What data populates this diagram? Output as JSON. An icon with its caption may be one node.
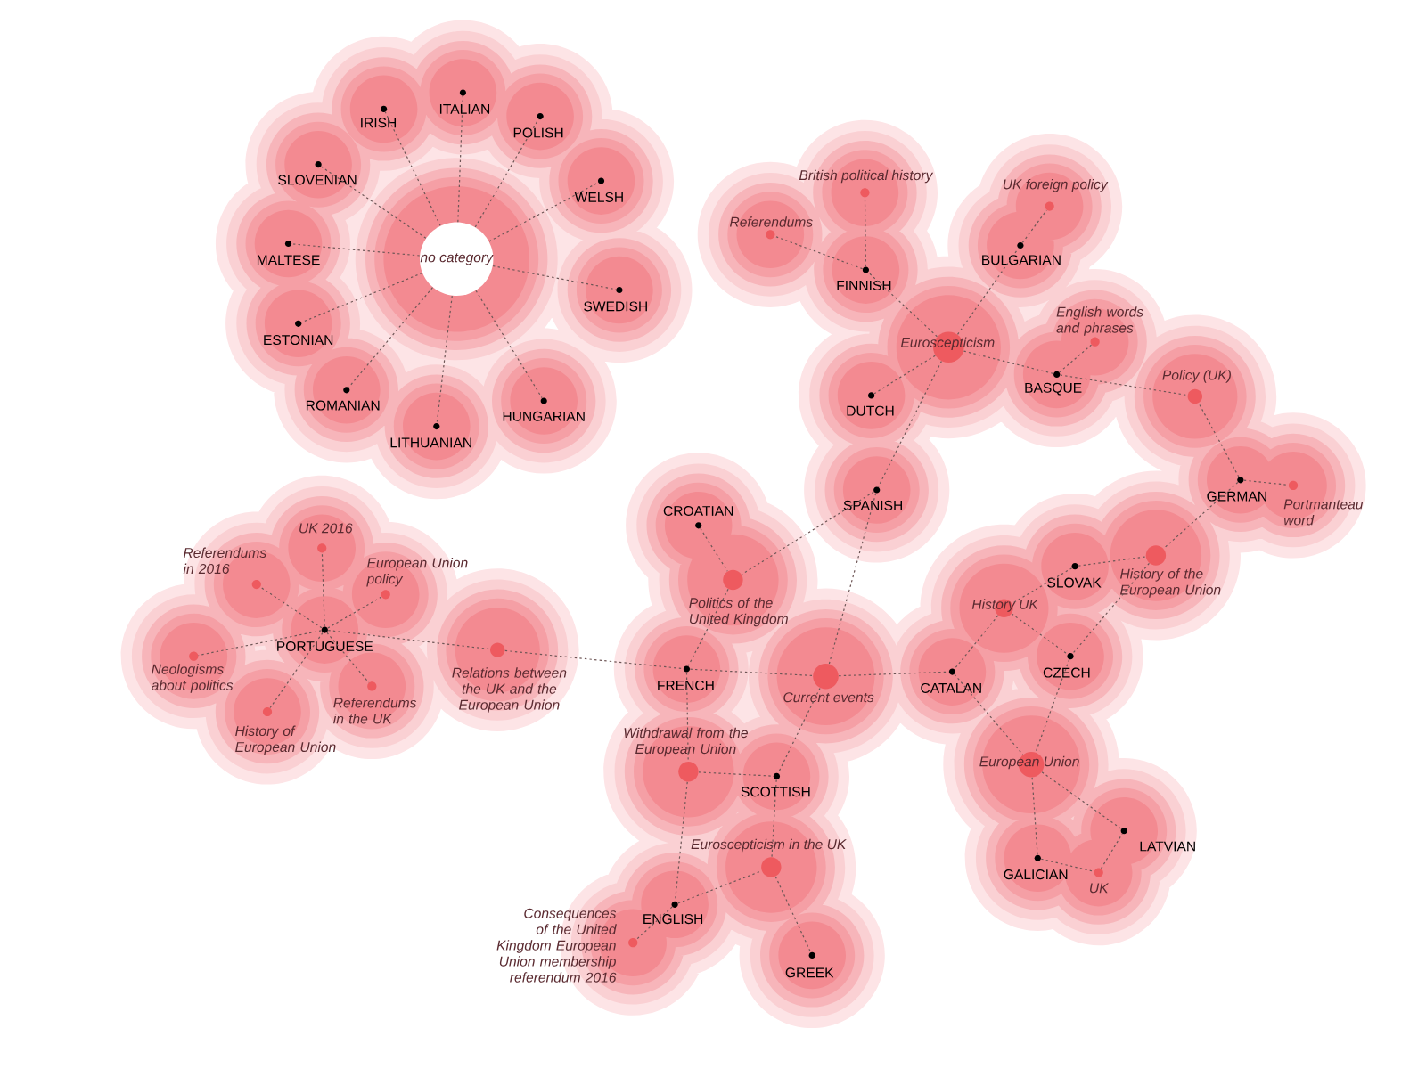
{
  "diagram": {
    "nodes": [
      {
        "text": [
          "no category"
        ]
      },
      {
        "text": [
          "IRISH"
        ]
      },
      {
        "text": [
          "ITALIAN"
        ]
      },
      {
        "text": [
          "POLISH"
        ]
      },
      {
        "text": [
          "SLOVENIAN"
        ]
      },
      {
        "text": [
          "WELSH"
        ]
      },
      {
        "text": [
          "MALTESE"
        ]
      },
      {
        "text": [
          "SWEDISH"
        ]
      },
      {
        "text": [
          "ESTONIAN"
        ]
      },
      {
        "text": [
          "ROMANIAN"
        ]
      },
      {
        "text": [
          "HUNGARIAN"
        ]
      },
      {
        "text": [
          "LITHUANIAN"
        ]
      },
      {
        "text": [
          "British political history"
        ]
      },
      {
        "text": [
          "Referendums"
        ]
      },
      {
        "text": [
          "UK foreign policy"
        ]
      },
      {
        "text": [
          "FINNISH"
        ]
      },
      {
        "text": [
          "BULGARIAN"
        ]
      },
      {
        "text": [
          "English words and phrases"
        ]
      },
      {
        "text": [
          "Euroscepticism"
        ]
      },
      {
        "text": [
          "BASQUE"
        ]
      },
      {
        "text": [
          "Policy (UK)"
        ]
      },
      {
        "text": [
          "DUTCH"
        ]
      },
      {
        "text": [
          "GERMAN"
        ]
      },
      {
        "text": [
          "Portmanteau word"
        ]
      },
      {
        "text": [
          "SPANISH"
        ]
      },
      {
        "text": [
          "UK 2016"
        ]
      },
      {
        "text": [
          "CROATIAN"
        ]
      },
      {
        "text": [
          "Referendums in 2016"
        ]
      },
      {
        "text": [
          "European Union policy"
        ]
      },
      {
        "text": [
          "History of the European Union"
        ]
      },
      {
        "text": [
          "SLOVAK"
        ]
      },
      {
        "text": [
          "Politics of the United Kingdom"
        ]
      },
      {
        "text": [
          "History UK"
        ]
      },
      {
        "text": [
          "PORTUGUESE"
        ]
      },
      {
        "text": [
          "Relations between the UK and the European Union"
        ]
      },
      {
        "text": [
          "Neologisms about politics"
        ]
      },
      {
        "text": [
          "FRENCH"
        ]
      },
      {
        "text": [
          "CATALAN"
        ]
      },
      {
        "text": [
          "CZECH"
        ]
      },
      {
        "text": [
          "Current events"
        ]
      },
      {
        "text": [
          "Referendums in the UK"
        ]
      },
      {
        "text": [
          "History of European Union"
        ]
      },
      {
        "text": [
          "Withdrawal from the European Union"
        ]
      },
      {
        "text": [
          "European Union"
        ]
      },
      {
        "text": [
          "SCOTTISH"
        ]
      },
      {
        "text": [
          "LATVIAN"
        ]
      },
      {
        "text": [
          "Euroscepticism in the UK"
        ]
      },
      {
        "text": [
          "GALICIAN"
        ]
      },
      {
        "text": [
          "UK"
        ]
      },
      {
        "text": [
          "ENGLISH"
        ]
      },
      {
        "text": [
          "Consequences of the United Kingdom European Union membership referendum 2016"
        ]
      },
      {
        "text": [
          "GREEK"
        ]
      }
    ],
    "edges": [
      {
        "from": 0,
        "to": 1,
        "arrow": "none"
      },
      {
        "from": 0,
        "to": 2,
        "arrow": "none"
      },
      {
        "from": 0,
        "to": 3,
        "arrow": "none"
      },
      {
        "from": 0,
        "to": 4,
        "arrow": "none"
      },
      {
        "from": 0,
        "to": 5,
        "arrow": "none"
      },
      {
        "from": 0,
        "to": 6,
        "arrow": "none"
      },
      {
        "from": 0,
        "to": 7,
        "arrow": "none"
      },
      {
        "from": 0,
        "to": 8,
        "arrow": "none"
      },
      {
        "from": 0,
        "to": 9,
        "arrow": "none"
      },
      {
        "from": 0,
        "to": 10,
        "arrow": "none"
      },
      {
        "from": 0,
        "to": 11,
        "arrow": "none"
      },
      {
        "from": 15,
        "to": 12,
        "arrow": "none"
      },
      {
        "from": 15,
        "to": 13,
        "arrow": "none"
      },
      {
        "from": 16,
        "to": 14,
        "arrow": "none"
      },
      {
        "from": 18,
        "to": 15,
        "arrow": "none"
      },
      {
        "from": 18,
        "to": 16,
        "arrow": "none"
      },
      {
        "from": 18,
        "to": 21,
        "arrow": "none"
      },
      {
        "from": 18,
        "to": 19,
        "arrow": "none"
      },
      {
        "from": 18,
        "to": 24,
        "arrow": "none"
      },
      {
        "from": 19,
        "to": 17,
        "arrow": "none"
      },
      {
        "from": 19,
        "to": 20,
        "arrow": "none"
      },
      {
        "from": 22,
        "to": 20,
        "arrow": "none"
      },
      {
        "from": 22,
        "to": 23,
        "arrow": "none"
      },
      {
        "from": 22,
        "to": 29,
        "arrow": "none"
      },
      {
        "from": 30,
        "to": 29,
        "arrow": "none"
      },
      {
        "from": 30,
        "to": 32,
        "arrow": "none"
      },
      {
        "from": 32,
        "to": 37,
        "arrow": "none"
      },
      {
        "from": 32,
        "to": 38,
        "arrow": "none"
      },
      {
        "from": 29,
        "to": 38,
        "arrow": "none"
      },
      {
        "from": 38,
        "to": 43,
        "arrow": "none"
      },
      {
        "from": 37,
        "to": 43,
        "arrow": "none"
      },
      {
        "from": 43,
        "to": 45,
        "arrow": "none"
      },
      {
        "from": 43,
        "to": 47,
        "arrow": "none"
      },
      {
        "from": 47,
        "to": 48,
        "arrow": "none"
      },
      {
        "from": 48,
        "to": 45,
        "arrow": "none"
      },
      {
        "from": 39,
        "to": 37,
        "arrow": "none"
      },
      {
        "from": 36,
        "to": 39,
        "arrow": "none"
      },
      {
        "from": 34,
        "to": 36,
        "arrow": "none"
      },
      {
        "from": 33,
        "to": 34,
        "arrow": "none"
      },
      {
        "from": 33,
        "to": 25,
        "arrow": "none"
      },
      {
        "from": 33,
        "to": 27,
        "arrow": "none"
      },
      {
        "from": 33,
        "to": 28,
        "arrow": "none"
      },
      {
        "from": 33,
        "to": 35,
        "arrow": "none"
      },
      {
        "from": 33,
        "to": 40,
        "arrow": "none"
      },
      {
        "from": 33,
        "to": 41,
        "arrow": "none"
      },
      {
        "from": 26,
        "to": 31,
        "arrow": "none"
      },
      {
        "from": 31,
        "to": 36,
        "arrow": "none"
      },
      {
        "from": 24,
        "to": 31,
        "arrow": "none"
      },
      {
        "from": 24,
        "to": 39,
        "arrow": "none"
      },
      {
        "from": 39,
        "to": 44,
        "arrow": "none"
      },
      {
        "from": 42,
        "to": 44,
        "arrow": "none"
      },
      {
        "from": 36,
        "to": 42,
        "arrow": "none"
      },
      {
        "from": 44,
        "to": 46,
        "arrow": "none"
      },
      {
        "from": 42,
        "to": 49,
        "arrow": "none"
      },
      {
        "from": 49,
        "to": 46,
        "arrow": "none"
      },
      {
        "from": 46,
        "to": 51,
        "arrow": "none"
      },
      {
        "from": 49,
        "to": 50,
        "arrow": "none"
      }
    ]
  }
}
